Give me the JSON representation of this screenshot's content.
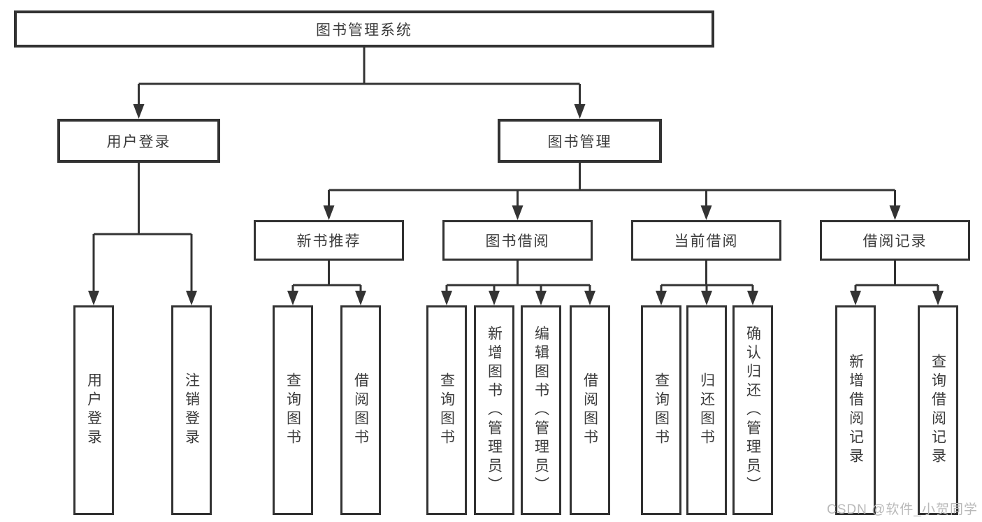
{
  "palette": {
    "ink": "#333333",
    "box_border": "#323232",
    "text": "#3c3c3c",
    "watermark_gray": "#b9b9b9",
    "background": "#ffffff"
  },
  "watermark": "CSDN @软件_小贺同学",
  "diagram": {
    "title": "图书管理系统",
    "level2": [
      {
        "label": "用户登录",
        "children": [
          {
            "label": "用户登录"
          },
          {
            "label": "注销登录"
          }
        ]
      },
      {
        "label": "图书管理",
        "children": [
          {
            "label": "新书推荐",
            "children": [
              {
                "label": "查询图书"
              },
              {
                "label": "借阅图书"
              }
            ]
          },
          {
            "label": "图书借阅",
            "children": [
              {
                "label": "查询图书"
              },
              {
                "label": "新增图书（管理员）"
              },
              {
                "label": "编辑图书（管理员）"
              },
              {
                "label": "借阅图书"
              }
            ]
          },
          {
            "label": "当前借阅",
            "children": [
              {
                "label": "查询图书"
              },
              {
                "label": "归还图书"
              },
              {
                "label": "确认归还（管理员）"
              }
            ]
          },
          {
            "label": "借阅记录",
            "children": [
              {
                "label": "新增借阅记录"
              },
              {
                "label": "查询借阅记录"
              }
            ]
          }
        ]
      }
    ]
  }
}
